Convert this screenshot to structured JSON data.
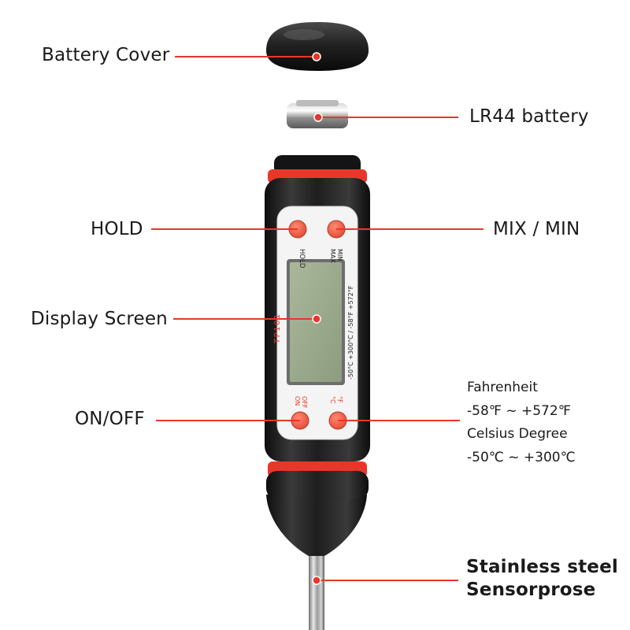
{
  "callouts": {
    "battery_cover": "Battery Cover",
    "lr44_battery": "LR44 battery",
    "hold": "HOLD",
    "mix_min": "MIX / MIN",
    "display_screen": "Display Screen",
    "on_off": "ON/OFF",
    "probe_line1": "Stainless steel",
    "probe_line2": "Sensorprose"
  },
  "spec": {
    "fahrenheit_label": "Fahrenheit",
    "fahrenheit_range": "-58℉ ~ +572℉",
    "celsius_label": "Celsius Degree",
    "celsius_range": "-50℃ ~ +300℃"
  },
  "device": {
    "model": "TP101",
    "range_print": "-50°C +300°C / -58°F +572°F",
    "hold_button_label": "HOLD",
    "max_button_label": "MAX",
    "min_button_label": "MIN",
    "on_label": "ON",
    "off_label": "OFF",
    "unit_c_label": "°C",
    "unit_f_label": "°F"
  },
  "colors": {
    "accent_red": "#e8372a",
    "button_fill": "#f2644e",
    "body_black": "#1c1c1c",
    "lcd_green": "#9aa98a"
  }
}
